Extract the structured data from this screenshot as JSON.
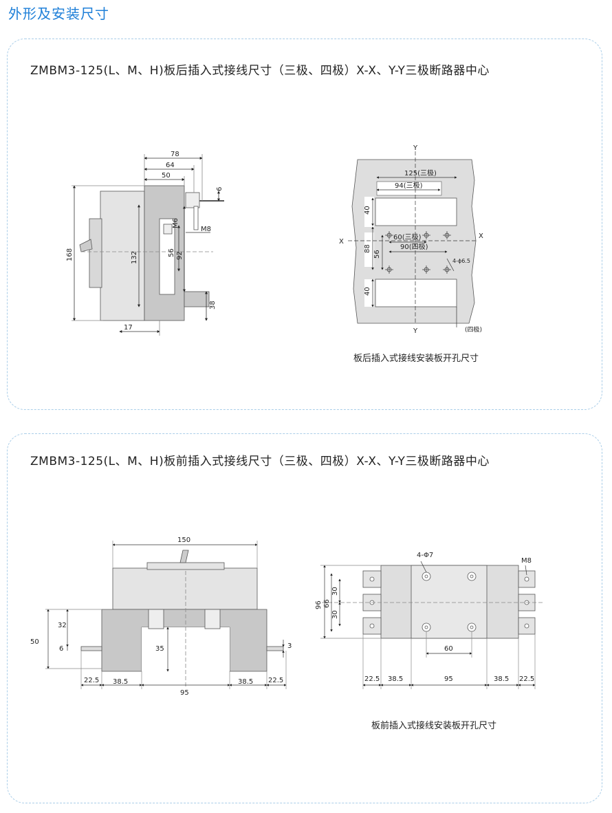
{
  "page_title": "外形及安装尺寸",
  "section_1": {
    "heading": "ZMBM3-125(L、M、H)板后插入式接线尺寸（三极、四极）X-X、Y-Y三极断路器中心",
    "side_view_dims": {
      "d78": "78",
      "d64": "64",
      "d50": "50",
      "d6": "6",
      "m6": "M6",
      "m8": "M8",
      "d168": "168",
      "d132": "132",
      "d56": "56",
      "d92": "92",
      "d38": "38",
      "d17": "17"
    },
    "panel_dims": {
      "y_top": "Y",
      "y_bottom": "Y",
      "x_left": "X",
      "x_right": "X",
      "w125": "125(三极)",
      "w94": "94(三极)",
      "h40a": "40",
      "h88": "88",
      "h56": "56",
      "w60": "60(三极)",
      "w90": "90(四极)",
      "holes": "4-ϕ6.5",
      "h40b": "40",
      "four_pole": "(四极)"
    },
    "caption": "板后插入式接线安装板开孔尺寸"
  },
  "section_2": {
    "heading": "ZMBM3-125(L、M、H)板前插入式接线尺寸（三极、四极）X-X、Y-Y三极断路器中心",
    "front_view_dims": {
      "d150": "150",
      "d32": "32",
      "d50": "50",
      "d6": "6",
      "d35": "35",
      "d3": "3",
      "d22_5a": "22.5",
      "d38_5a": "38.5",
      "d95": "95",
      "d38_5b": "38.5",
      "d22_5b": "22.5"
    },
    "plate_dims": {
      "holes": "4-Φ7",
      "m8": "M8",
      "d96": "96",
      "d66": "66",
      "d30a": "30",
      "d30b": "30",
      "d60": "60",
      "d22_5a": "22.5",
      "d38_5a": "38.5",
      "d95": "95",
      "d38_5b": "38.5",
      "d22_5b": "22.5"
    },
    "caption": "板前插入式接线安装板开孔尺寸"
  },
  "colors": {
    "title": "#1e7fd8",
    "border": "#a9cde8",
    "part_fill": "#dcdcdc",
    "part_dark": "#c8c8c8"
  }
}
